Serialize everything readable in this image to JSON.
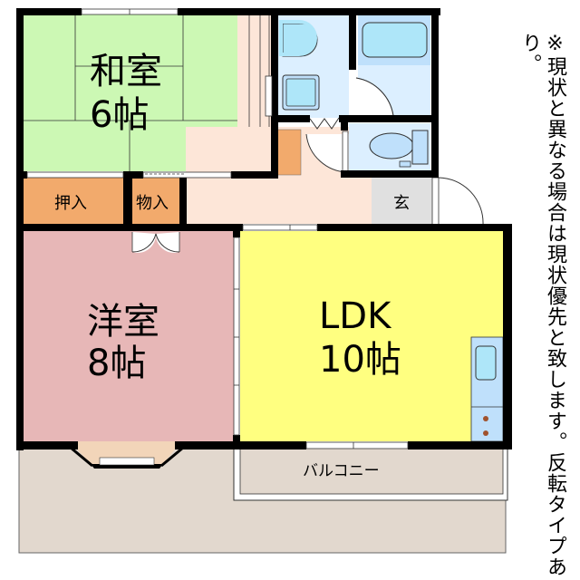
{
  "floorplan": {
    "rooms": {
      "washitsu": {
        "name": "和室",
        "size": "6帖",
        "color": "#ccf8b4"
      },
      "oshiire": {
        "name": "押入",
        "color": "#f2aa6c"
      },
      "monoire": {
        "name": "物入",
        "color": "#f2aa6c"
      },
      "youshitsu": {
        "name": "洋室",
        "size": "8帖",
        "color": "#e7b7b7"
      },
      "ldk": {
        "name": "LDK",
        "size": "10帖",
        "color": "#ffff80"
      },
      "genkan": {
        "name": "玄",
        "color": "#e0e0e0"
      },
      "balcony": {
        "name": "バルコニー",
        "color": "#e2d8ce"
      },
      "hallway": {
        "color": "#fde6d8"
      },
      "wet_area": {
        "color": "#dcefff"
      }
    },
    "fixtures": [
      "washbasin",
      "washing-machine",
      "bathtub",
      "toilet",
      "kitchen-sink",
      "stove"
    ],
    "wall_color": "#000000",
    "note": "※現状と異なる場合は現状優先と致します。反転タイプあり。"
  }
}
